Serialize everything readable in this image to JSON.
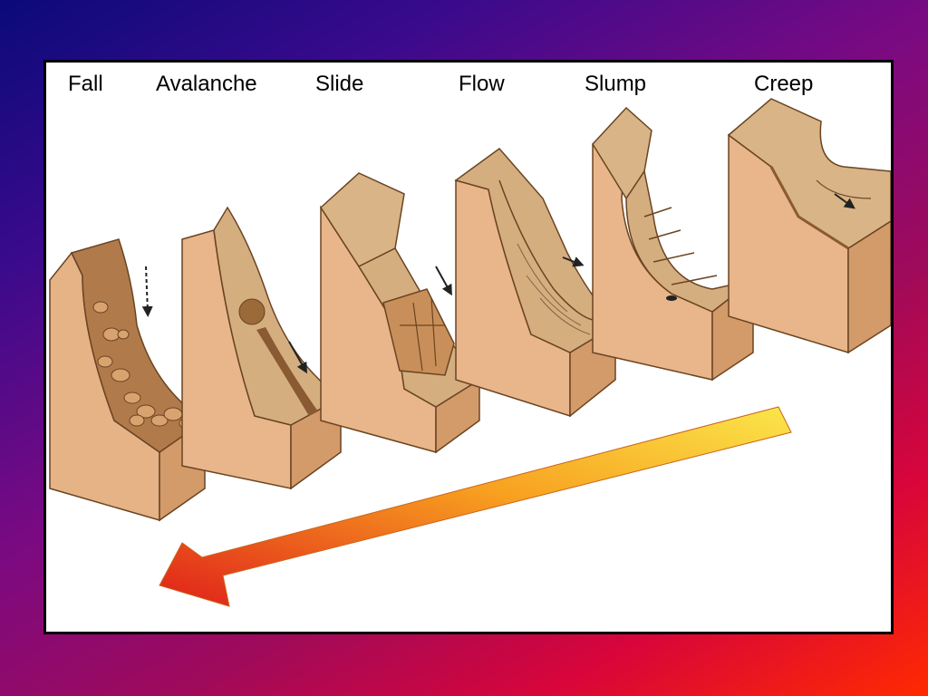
{
  "labels": {
    "fall": "Fall",
    "avalanche": "Avalanche",
    "slide": "Slide",
    "flow": "Flow",
    "slump": "Slump",
    "creep": "Creep"
  },
  "colors": {
    "block_side": "#e8b488",
    "block_front": "#d99e70",
    "block_top": "#d8b487",
    "debris": "#8a5a32",
    "outline": "#5a3a1e",
    "arrow_start": "#fae64a",
    "arrow_end": "#e0201a"
  },
  "icons": {
    "motion_arrow": "small-down-arrow-icon",
    "speed_arrow": "gradient-left-arrow-icon"
  }
}
